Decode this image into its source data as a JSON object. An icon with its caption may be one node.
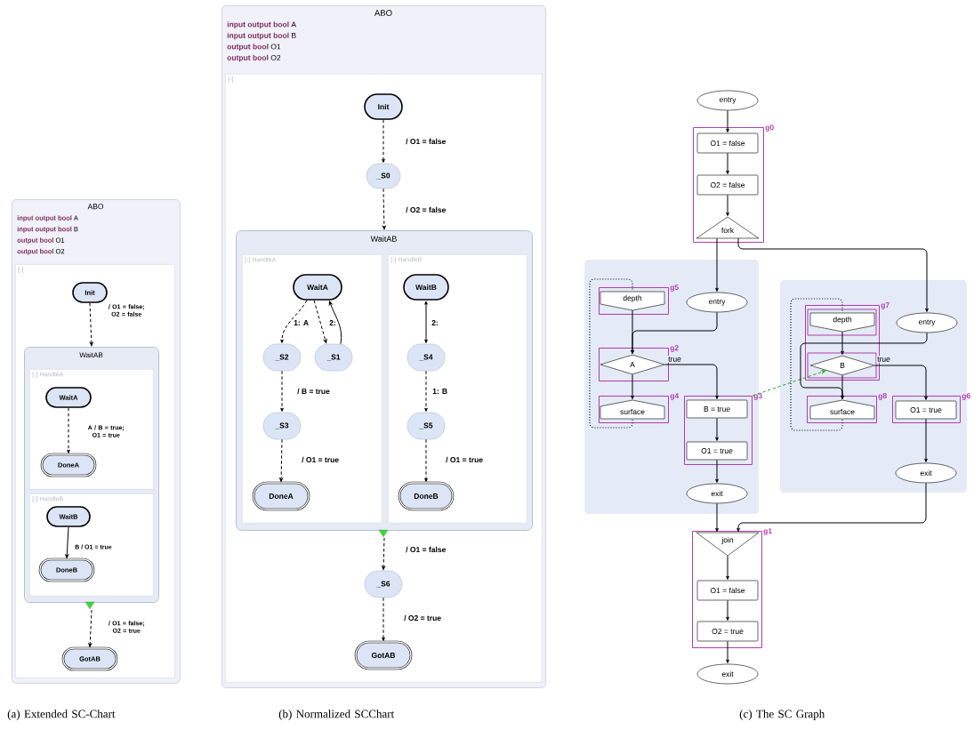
{
  "diagram": {
    "nodes": [
      {
        "text": [
          "ABO",
          "**input output bool** A",
          "**input output bool** B",
          "**output bool** O1",
          "**output bool** O2"
        ]
      },
      {
        "text": [
          "[-]"
        ],
        "in": 0
      },
      {
        "text": [
          "Init"
        ],
        "in": 1
      },
      {
        "text": [
          "WaitAB"
        ],
        "in": 1
      },
      {
        "text": [
          "[-] HandleA"
        ],
        "in": 3
      },
      {
        "text": [
          "WaitA"
        ],
        "in": 4
      },
      {
        "text": [
          "DoneA"
        ],
        "in": 4
      },
      {
        "text": [
          "[-] HandleB"
        ],
        "in": 3
      },
      {
        "text": [
          "WaitB"
        ],
        "in": 7
      },
      {
        "text": [
          "DoneB"
        ],
        "in": 7
      },
      {
        "text": [
          "GotAB"
        ],
        "in": 1
      },
      {
        "text": [
          "ABO",
          "**input output bool** A",
          "**input output bool** B",
          "**output bool** O1",
          "**output bool** O2"
        ]
      },
      {
        "text": [
          "[-]"
        ],
        "in": 11
      },
      {
        "text": [
          "Init"
        ],
        "in": 12
      },
      {
        "text": [
          "_S0"
        ],
        "in": 12
      },
      {
        "text": [
          "WaitAB"
        ],
        "in": 12
      },
      {
        "text": [
          "[-] HandleA"
        ],
        "in": 15
      },
      {
        "text": [
          "WaitA"
        ],
        "in": 16
      },
      {
        "text": [
          "_S2"
        ],
        "in": 16
      },
      {
        "text": [
          "_S1"
        ],
        "in": 16
      },
      {
        "text": [
          "_S3"
        ],
        "in": 16
      },
      {
        "text": [
          "DoneA"
        ],
        "in": 16
      },
      {
        "text": [
          "[-] HandleB"
        ],
        "in": 15
      },
      {
        "text": [
          "WaitB"
        ],
        "in": 22
      },
      {
        "text": [
          "_S4"
        ],
        "in": 22
      },
      {
        "text": [
          "_S5"
        ],
        "in": 22
      },
      {
        "text": [
          "DoneB"
        ],
        "in": 22
      },
      {
        "text": [
          "_S6"
        ],
        "in": 12
      },
      {
        "text": [
          "GotAB"
        ],
        "in": 12
      },
      {
        "text": [
          "entry"
        ]
      },
      {
        "text": [
          "g0"
        ]
      },
      {
        "text": [
          "O1 = false"
        ],
        "in": 30
      },
      {
        "text": [
          "O2 = false"
        ],
        "in": 30
      },
      {
        "text": [
          "fork"
        ],
        "in": 30
      },
      {
        "text": [
          "g5"
        ]
      },
      {
        "text": [
          "depth"
        ],
        "in": 34
      },
      {
        "text": [
          "entry"
        ]
      },
      {
        "text": [
          "g2"
        ]
      },
      {
        "text": [
          "A"
        ],
        "in": 37
      },
      {
        "text": [
          "g4"
        ]
      },
      {
        "text": [
          "surface"
        ],
        "in": 39
      },
      {
        "text": [
          "g3"
        ]
      },
      {
        "text": [
          "B = true"
        ],
        "in": 41
      },
      {
        "text": [
          "O1 = true"
        ],
        "in": 41
      },
      {
        "text": [
          "exit"
        ]
      },
      {
        "text": [
          "g7"
        ]
      },
      {
        "text": [
          "depth"
        ],
        "in": 45
      },
      {
        "text": [
          "B"
        ],
        "in": 45
      },
      {
        "text": [
          "entry"
        ]
      },
      {
        "text": [
          "g8"
        ]
      },
      {
        "text": [
          "surface"
        ],
        "in": 49
      },
      {
        "text": [
          "g6"
        ]
      },
      {
        "text": [
          "O1 = true"
        ],
        "in": 51
      },
      {
        "text": [
          "exit"
        ]
      },
      {
        "text": [
          "g1"
        ]
      },
      {
        "text": [
          "join"
        ],
        "in": 54
      },
      {
        "text": [
          "O1 = false"
        ],
        "in": 54
      },
      {
        "text": [
          "O2 = true"
        ],
        "in": 54
      },
      {
        "text": [
          "exit"
        ]
      }
    ],
    "edges": [
      {
        "from": 2,
        "to": 3,
        "arrow": "to",
        "style": "dashed",
        "label": "/ O1 = false; O2 = false"
      },
      {
        "from": 5,
        "to": 6,
        "arrow": "to",
        "style": "dashed",
        "label": "A / B = true; O1 = true"
      },
      {
        "from": 8,
        "to": 9,
        "arrow": "to",
        "label": "B / O1 = true"
      },
      {
        "from": 3,
        "to": 10,
        "arrow": "to",
        "style": "dashed",
        "label": "/ O1 = false; O2 = true"
      },
      {
        "from": 13,
        "to": 14,
        "arrow": "to",
        "style": "dashed",
        "label": "/ O1 = false"
      },
      {
        "from": 14,
        "to": 15,
        "arrow": "to",
        "style": "dashed",
        "label": "/ O2 = false"
      },
      {
        "from": 17,
        "to": 18,
        "arrow": "to",
        "style": "dashed",
        "label": "1: A"
      },
      {
        "from": 17,
        "to": 19,
        "arrow": "to",
        "style": "dashed",
        "label": "2:"
      },
      {
        "from": 19,
        "to": 17,
        "arrow": "to"
      },
      {
        "from": 23,
        "to": 24,
        "arrow": "both",
        "label": "2:"
      },
      {
        "from": 18,
        "to": 20,
        "arrow": "to",
        "style": "dashed",
        "label": "/ B = true"
      },
      {
        "from": 20,
        "to": 21,
        "arrow": "to",
        "style": "dashed",
        "label": "/ O1 = true"
      },
      {
        "from": 24,
        "to": 25,
        "arrow": "to",
        "style": "dashed",
        "label": "1: B"
      },
      {
        "from": 25,
        "to": 26,
        "arrow": "to",
        "style": "dashed",
        "label": "/ O1 = true"
      },
      {
        "from": 15,
        "to": 27,
        "arrow": "to",
        "style": "dashed",
        "label": "/ O1 = false"
      },
      {
        "from": 27,
        "to": 28,
        "arrow": "to",
        "style": "dashed",
        "label": "/ O2 = true"
      },
      {
        "from": 29,
        "to": 31,
        "arrow": "to"
      },
      {
        "from": 31,
        "to": 32,
        "arrow": "to"
      },
      {
        "from": 32,
        "to": 33,
        "arrow": "to"
      },
      {
        "from": 33,
        "to": 36,
        "arrow": "to"
      },
      {
        "from": 33,
        "to": 48,
        "arrow": "to"
      },
      {
        "from": 35,
        "to": 38,
        "arrow": "to"
      },
      {
        "from": 36,
        "to": 38,
        "arrow": "to"
      },
      {
        "from": 38,
        "to": 40,
        "arrow": "to"
      },
      {
        "from": 38,
        "to": 42,
        "arrow": "to",
        "label": "true"
      },
      {
        "from": 42,
        "to": 43,
        "arrow": "to"
      },
      {
        "from": 43,
        "to": 44,
        "arrow": "to"
      },
      {
        "from": 41,
        "to": 47,
        "arrow": "to",
        "style": "dashed",
        "color": "#22aa22"
      },
      {
        "from": 46,
        "to": 47,
        "arrow": "to"
      },
      {
        "from": 48,
        "to": 50,
        "arrow": "to"
      },
      {
        "from": 47,
        "to": 50,
        "arrow": "to"
      },
      {
        "from": 47,
        "to": 52,
        "arrow": "to",
        "label": "true"
      },
      {
        "from": 52,
        "to": 53,
        "arrow": "to"
      },
      {
        "from": 44,
        "to": 55,
        "arrow": "to"
      },
      {
        "from": 53,
        "to": 55,
        "arrow": "to"
      },
      {
        "from": 55,
        "to": 56,
        "arrow": "to"
      },
      {
        "from": 56,
        "to": 57,
        "arrow": "to"
      },
      {
        "from": 57,
        "to": 58,
        "arrow": "to"
      },
      {
        "from": 40,
        "to": 35,
        "arrow": "none",
        "style": "dashed"
      },
      {
        "from": 50,
        "to": 46,
        "arrow": "none",
        "style": "dashed"
      }
    ],
    "labels": [
      "(a) Extended SC-Chart",
      "(b) Normalized SCChart",
      "(c) The SC Graph"
    ]
  }
}
